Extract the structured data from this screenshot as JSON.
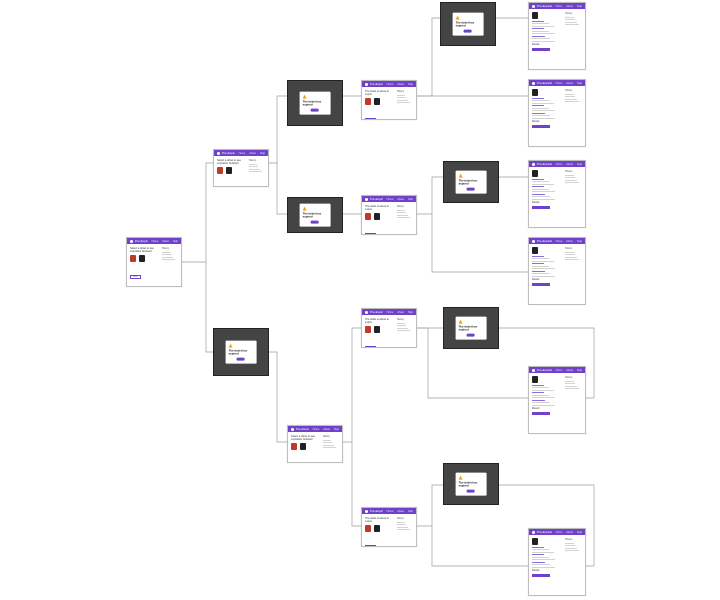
{
  "app_title": "Pre-Expiration Mutation",
  "nav": [
    "Home",
    "About",
    "Help"
  ],
  "screens": {
    "s0": {
      "prompt": "Select a ticket to see expiration behavior",
      "btns": [
        "Next",
        "Back"
      ]
    },
    "s1": {
      "prompt": "Select a ticket to see expiration behavior",
      "btns": [
        "Next",
        "Back"
      ]
    },
    "s2": {
      "prompt": "The ticket is about to expire",
      "btns": [
        "Next",
        "Back"
      ]
    },
    "s3": {
      "prompt": "The ticket is about to expire",
      "btns": [
        "Next",
        "Back"
      ]
    },
    "s4": {
      "prompt": "The ticket is about to expire",
      "btns": [
        "Next",
        "Back"
      ]
    },
    "s5": {
      "prompt": "The ticket is about to expire",
      "btns": [
        "Next",
        "Back"
      ]
    },
    "s6": {
      "prompt": "Select a ticket to see expiration behavior",
      "btns": [
        "Next",
        "Back"
      ]
    },
    "s7": {
      "prompt": "The ticket is about to expire",
      "btns": [
        "Next",
        "Back"
      ]
    },
    "r1": {
      "prompt": "Result",
      "btns": [
        "Finish"
      ]
    },
    "r2": {
      "prompt": "Result",
      "btns": [
        "Finish"
      ]
    },
    "r3": {
      "prompt": "Result",
      "btns": [
        "Finish"
      ]
    },
    "r4": {
      "prompt": "Result",
      "btns": [
        "Finish"
      ]
    },
    "r5": {
      "prompt": "Result",
      "btns": [
        "Finish"
      ]
    },
    "r6": {
      "prompt": "Result",
      "btns": [
        "Finish"
      ]
    }
  },
  "modals": {
    "m1": {
      "msg": "The ticket has expired",
      "ok": "OK"
    },
    "m2": {
      "msg": "The ticket has expired",
      "ok": "OK"
    },
    "m3": {
      "msg": "The ticket has expired",
      "ok": "OK"
    },
    "m4": {
      "msg": "The ticket has expired",
      "ok": "OK"
    },
    "m5": {
      "msg": "The ticket has expired",
      "ok": "OK"
    },
    "m6": {
      "msg": "The ticket has expired",
      "ok": "OK"
    },
    "m7": {
      "msg": "The ticket has expired",
      "ok": "OK"
    }
  },
  "colors": {
    "accent": "#6f43c9",
    "modal_bg": "#444444",
    "connector": "#9e9e9e",
    "warning": "#f0a21a"
  }
}
